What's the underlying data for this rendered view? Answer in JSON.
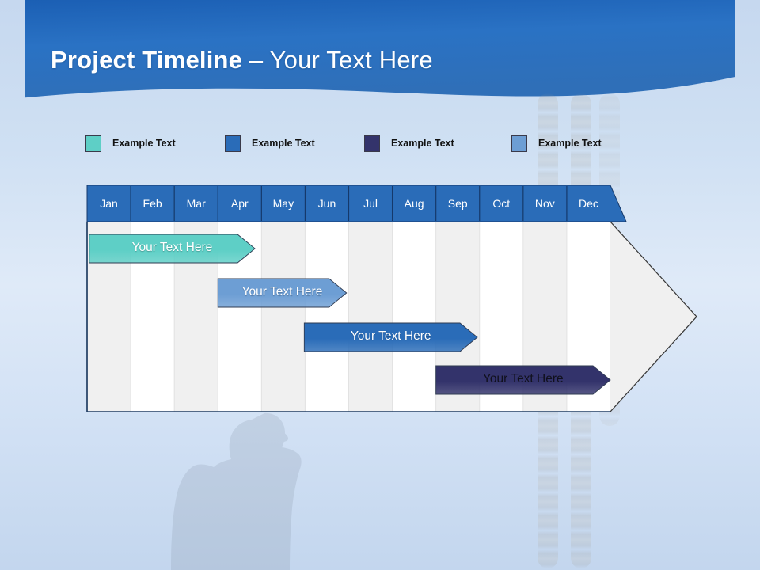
{
  "slide": {
    "title_bold": "Project Timeline",
    "title_rest": " – Your Text Here",
    "background_top_color": "#1f5fad",
    "background_body_color": "#cfddf2"
  },
  "legend": {
    "items": [
      {
        "label": "Example Text",
        "color": "#5ecfc6",
        "x": 0
      },
      {
        "label": "Example Text",
        "color": "#2a6cb8",
        "x": 176
      },
      {
        "label": "Example Text",
        "color": "#33336b",
        "x": 352
      },
      {
        "label": "Example Text",
        "color": "#6d9ed4",
        "x": 538
      }
    ]
  },
  "chart_data": {
    "type": "bar",
    "title": "Project Timeline – Your Text Here",
    "xlabel": "",
    "ylabel": "",
    "orientation": "horizontal",
    "categories": [
      "Jan",
      "Feb",
      "Mar",
      "Apr",
      "May",
      "Jun",
      "Jul",
      "Aug",
      "Sep",
      "Oct",
      "Nov",
      "Dec"
    ],
    "header_color": "#2a6cb8",
    "header_text_color": "#ffffff",
    "stripe_colors": [
      "#f0f0f0",
      "#ffffff"
    ],
    "grid": true,
    "legend_position": "top",
    "series": [
      {
        "name": "Your  Text Here",
        "label": "Your  Text Here",
        "color": "#5ecfc6",
        "text_color": "light",
        "start_month": "Jan",
        "end_month": "Apr",
        "start": 0.05,
        "end": 3.85,
        "row": 0
      },
      {
        "name": "Your  Text Here",
        "label": "Your  Text Here",
        "color": "#6d9ed4",
        "text_color": "light",
        "start_month": "Apr",
        "end_month": "Jun",
        "start": 3.0,
        "end": 5.95,
        "row": 1
      },
      {
        "name": "Your  Text Here",
        "label": "Your  Text Here",
        "color": "#2a6cb8",
        "text_color": "light",
        "start_month": "Jun",
        "end_month": "Sep",
        "start": 4.98,
        "end": 8.95,
        "row": 2
      },
      {
        "name": "Your  Text Here",
        "label": "Your  Text Here",
        "color": "#33336b",
        "text_color": "dark",
        "start_month": "Sep",
        "end_month": "Dec",
        "start": 8.0,
        "end": 12.0,
        "row": 3
      }
    ]
  }
}
